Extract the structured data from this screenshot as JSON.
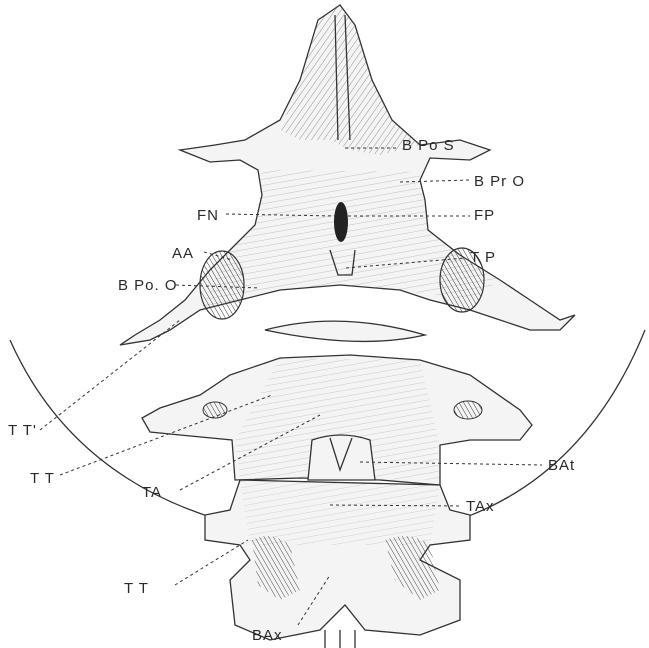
{
  "figure": {
    "labels": {
      "bpos": "B Po S",
      "bpro": "B Pr O",
      "fn": "FN",
      "fp": "FP",
      "aa": "AA",
      "tp": "T P",
      "bpoo": "B Po. O",
      "tt_prime": "T T'",
      "tt_upper": "T T",
      "ta": "TA",
      "bat": "BAt",
      "tax": "TAx",
      "tt_lower": "T T",
      "bax": "BAx"
    }
  }
}
